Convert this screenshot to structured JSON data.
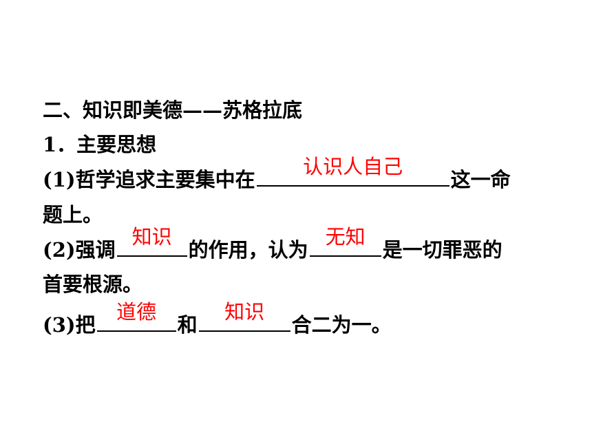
{
  "section_title": "二、知识即美德——苏格拉底",
  "item_1": "1．主要思想",
  "q1": {
    "prefix": "(1)哲学追求主要集中在",
    "answer": "认识人自己",
    "suffix": "这一命",
    "continuation": "题上。"
  },
  "q2": {
    "prefix": "(2)强调",
    "answer1": "知识",
    "middle": "的作用，认为",
    "answer2": "无知",
    "suffix": "是一切罪恶的",
    "continuation": "首要根源。"
  },
  "q3": {
    "prefix": "(3)把",
    "answer1": "道德",
    "middle": "和",
    "answer2": "知识",
    "suffix": "合二为一。"
  },
  "colors": {
    "text": "#000000",
    "answer": "#ff0000",
    "background": "#ffffff"
  }
}
